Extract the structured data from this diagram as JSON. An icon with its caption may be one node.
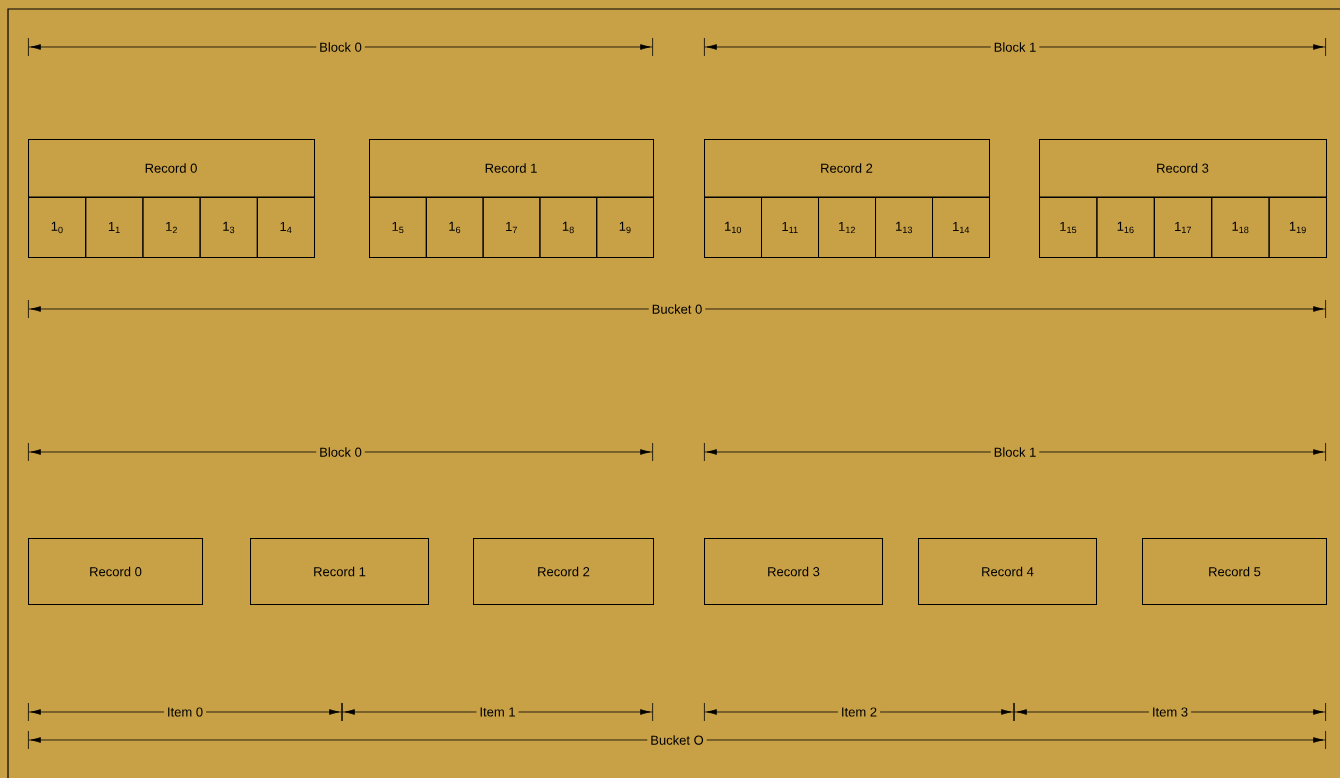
{
  "diagram": {
    "nodes": [
      {
        "text": [
          "Record 0"
        ]
      },
      {
        "text": [
          "1$_{0}$"
        ],
        "in": 0
      },
      {
        "text": [
          "1$_{1}$"
        ],
        "in": 0
      },
      {
        "text": [
          "1$_{2}$"
        ],
        "in": 0
      },
      {
        "text": [
          "1$_{3}$"
        ],
        "in": 0
      },
      {
        "text": [
          "1$_{4}$"
        ],
        "in": 0
      },
      {
        "text": [
          "Record 1"
        ]
      },
      {
        "text": [
          "1$_{5}$"
        ],
        "in": 6
      },
      {
        "text": [
          "1$_{6}$"
        ],
        "in": 6
      },
      {
        "text": [
          "1$_{7}$"
        ],
        "in": 6
      },
      {
        "text": [
          "1$_{8}$"
        ],
        "in": 6
      },
      {
        "text": [
          "1$_{9}$"
        ],
        "in": 6
      },
      {
        "text": [
          "Record 2"
        ]
      },
      {
        "text": [
          "1$_{10}$"
        ],
        "in": 12
      },
      {
        "text": [
          "1$_{11}$"
        ],
        "in": 12
      },
      {
        "text": [
          "1$_{12}$"
        ],
        "in": 12
      },
      {
        "text": [
          "1$_{13}$"
        ],
        "in": 12
      },
      {
        "text": [
          "1$_{14}$"
        ],
        "in": 12
      },
      {
        "text": [
          "Record 3"
        ]
      },
      {
        "text": [
          "1$_{15}$"
        ],
        "in": 18
      },
      {
        "text": [
          "1$_{16}$"
        ],
        "in": 18
      },
      {
        "text": [
          "1$_{17}$"
        ],
        "in": 18
      },
      {
        "text": [
          "1$_{18}$"
        ],
        "in": 18
      },
      {
        "text": [
          "1$_{19}$"
        ],
        "in": 18
      },
      {
        "text": [
          "Record 0"
        ]
      },
      {
        "text": [
          "Record 1"
        ]
      },
      {
        "text": [
          "Record 2"
        ]
      },
      {
        "text": [
          "Record 3"
        ]
      },
      {
        "text": [
          "Record 4"
        ]
      },
      {
        "text": [
          "Record 5"
        ]
      }
    ],
    "labels": [
      "Block 0",
      "Block 1",
      "Bucket 0",
      "Block 0",
      "Block 1",
      "Item 0",
      "Item 1",
      "Item 2",
      "Item 3",
      "Bucket O"
    ]
  }
}
